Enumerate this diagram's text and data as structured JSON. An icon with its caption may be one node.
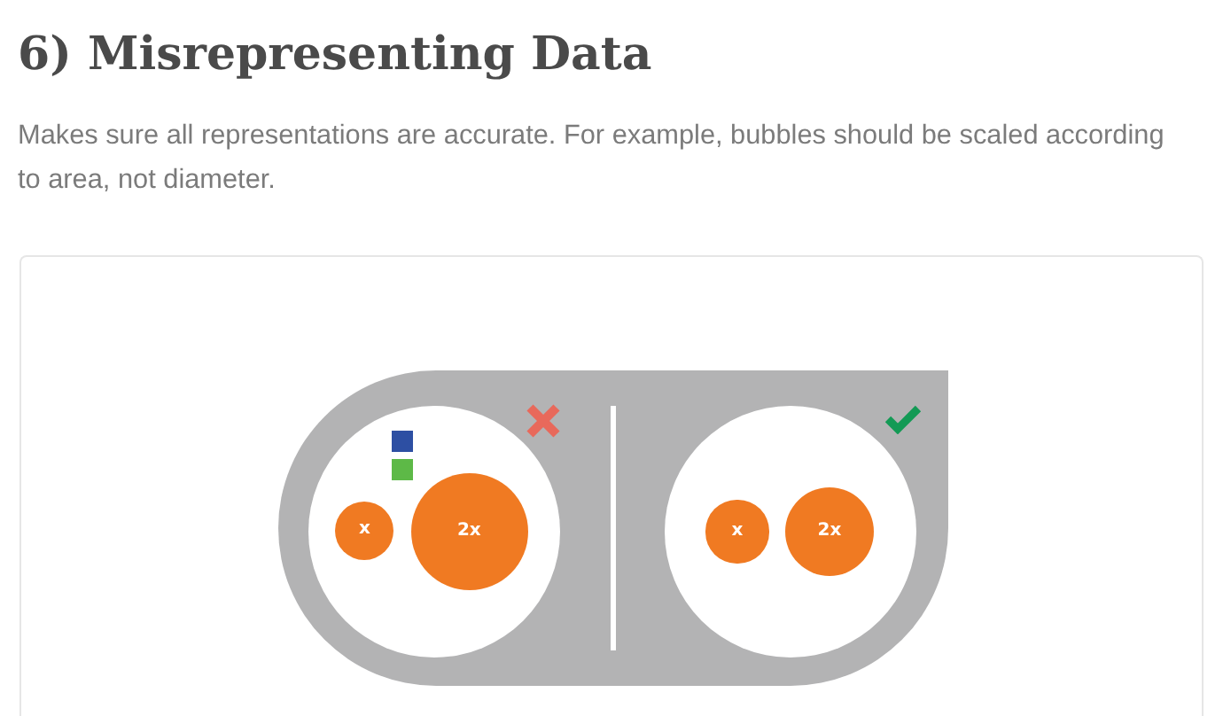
{
  "diagram": {
    "title": "6) Misrepresenting Data",
    "caption": "Makes sure all representations are accurate. For example, bubbles should be scaled according to area, not diameter.",
    "nodes": [
      {
        "text": [
          "x"
        ]
      },
      {
        "text": [
          "2x"
        ]
      },
      {
        "text": [
          "x"
        ]
      },
      {
        "text": [
          "2x"
        ]
      }
    ]
  }
}
